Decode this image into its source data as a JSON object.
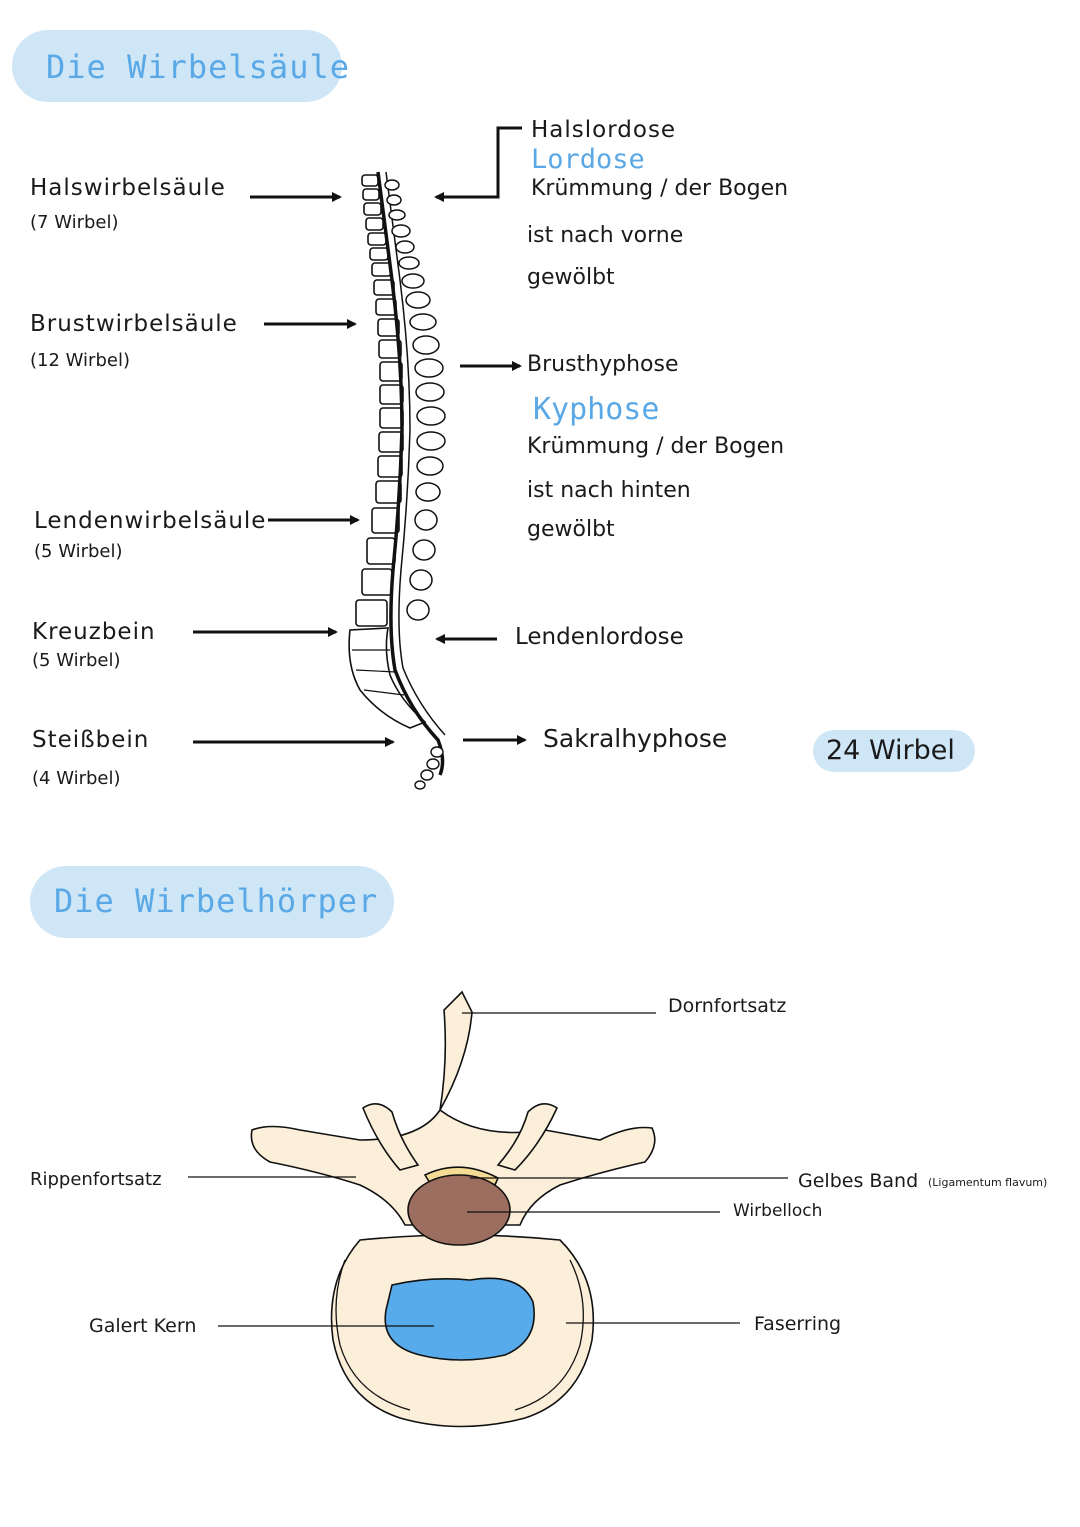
{
  "section1": {
    "title": "Die Wirbelsäule",
    "left_labels": [
      {
        "name": "Halswirbelsäule",
        "count": "(7 Wirbel)"
      },
      {
        "name": "Brustwirbelsäule",
        "count": "(12 Wirbel)"
      },
      {
        "name": "Lendenwirbelsäule",
        "count": "(5 Wirbel)"
      },
      {
        "name": "Kreuzbein",
        "count": "(5 Wirbel)"
      },
      {
        "name": "Steißbein",
        "count": "(4 Wirbel)"
      }
    ],
    "halslordose": {
      "title": "Halslordose",
      "term": "Lordose",
      "line1": "Krümmung / der Bogen",
      "line2": "ist nach vorne",
      "line3": "gewölbt"
    },
    "brustkyphose": {
      "title": "Brusthyphose",
      "term": "Kyphose",
      "line1": "Krümmung / der Bogen",
      "line2": "ist nach hinten",
      "line3": "gewölbt"
    },
    "lendenlordose": "Lendenlordose",
    "sakralkyphose": "Sakralhyphose",
    "badge": "24 Wirbel"
  },
  "section2": {
    "title": "Die Wirbelhörper",
    "labels": {
      "dornfortsatz": "Dornfortsatz",
      "rippenfortsatz": "Rippenfortsatz",
      "gelbes_band": "Gelbes Band",
      "gelbes_band_latin": "(Ligamentum flavum)",
      "wirbelloch": "Wirbelloch",
      "galertkern": "Galert Kern",
      "faserring": "Faserring"
    }
  },
  "colors": {
    "accent_blue": "#5aa9e6",
    "heading_bg": "#cfe6f7",
    "bone": "#fbefd9",
    "canal": "#9c6e60",
    "ligament": "#f5dc96",
    "nucleus": "#58abeb"
  }
}
